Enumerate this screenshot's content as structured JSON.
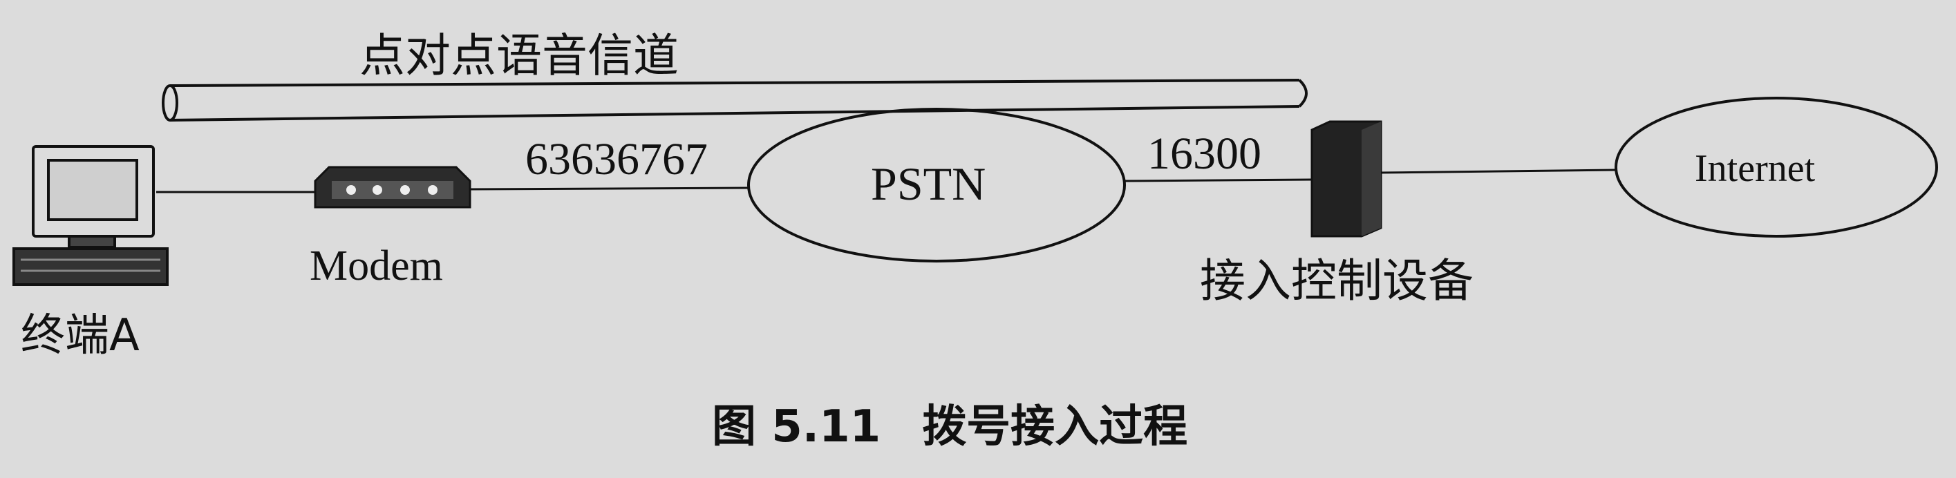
{
  "diagram": {
    "channel_label": "点对点语音信道",
    "number_a": "63636767",
    "pstn_label": "PSTN",
    "number_b": "16300",
    "internet_label": "Internet",
    "modem_label": "Modem",
    "terminal_label": "终端A",
    "access_device_label": "接入控制设备"
  },
  "caption": {
    "number": "图 5.11",
    "title": "拨号接入过程"
  },
  "colors": {
    "background": "#dcdcdc",
    "stroke": "#111111",
    "device_fill": "#2a2a2a"
  }
}
